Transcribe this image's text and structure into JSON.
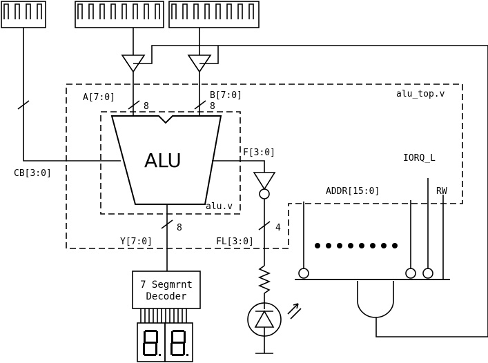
{
  "labels": {
    "alu_top": "alu_top.v",
    "alu_v": "alu.v",
    "alu": "ALU",
    "a_bus": "A[7:0]",
    "b_bus": "B[7:0]",
    "a_width": "8",
    "b_width": "8",
    "cb_bus": "CB[3:0]",
    "f_bus": "F[3:0]",
    "y_bus": "Y[7:0]",
    "y_width": "8",
    "fl_bus": "FL[3:0]",
    "fl_width": "4",
    "addr_bus": "ADDR[15:0]",
    "iorq": "IORQ_L",
    "rw": "RW",
    "decoder_line1": "7 Segmrnt",
    "decoder_line2": "Decoder"
  },
  "colors": {
    "ink": "#000000",
    "background": "#ffffff"
  },
  "icons": [
    "dip-switch-icon",
    "buffer-triangle-icon",
    "inverter-icon",
    "resistor-icon",
    "led-icon",
    "and-gate-icon",
    "seven-segment-display-icon"
  ]
}
